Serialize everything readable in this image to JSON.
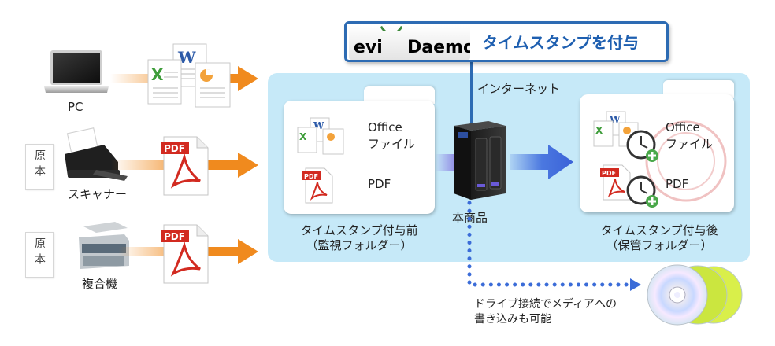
{
  "banner": {
    "logo_prefix": "evi",
    "logo_suffix": "Daemon",
    "title": "タイムスタンプを付与"
  },
  "colors": {
    "panel_bg": "#c6e9f8",
    "banner_border": "#2d6bb3",
    "banner_title": "#1e5fb0",
    "orange_arrow": "#f08a1e",
    "blue_arrow": "#4b78e0",
    "dotted_line": "#3b6cd8",
    "pdf_red": "#d22a20"
  },
  "sources": [
    {
      "label": "PC",
      "icon": "laptop-icon"
    },
    {
      "label": "スキャナー",
      "icon": "scanner-icon",
      "tag": "原本"
    },
    {
      "label": "複合機",
      "icon": "multifunction-printer-icon",
      "tag": "原本"
    }
  ],
  "before_folder": {
    "office_label_1": "Office",
    "office_label_2": "ファイル",
    "pdf_label": "PDF",
    "caption_1": "タイムスタンプ付与前",
    "caption_2": "（監視フォルダー）"
  },
  "after_folder": {
    "office_label_1": "Office",
    "office_label_2": "ファイル",
    "pdf_label": "PDF",
    "caption_1": "タイムスタンプ付与後",
    "caption_2": "（保管フォルダー）"
  },
  "internet_label": "インターネット",
  "device_label": "本商品",
  "media": {
    "line_1": "ドライブ接続でメディアへの",
    "line_2": "書き込みも可能"
  },
  "doc_letters": {
    "word": "W",
    "excel": "X",
    "pdf": "PDF"
  }
}
